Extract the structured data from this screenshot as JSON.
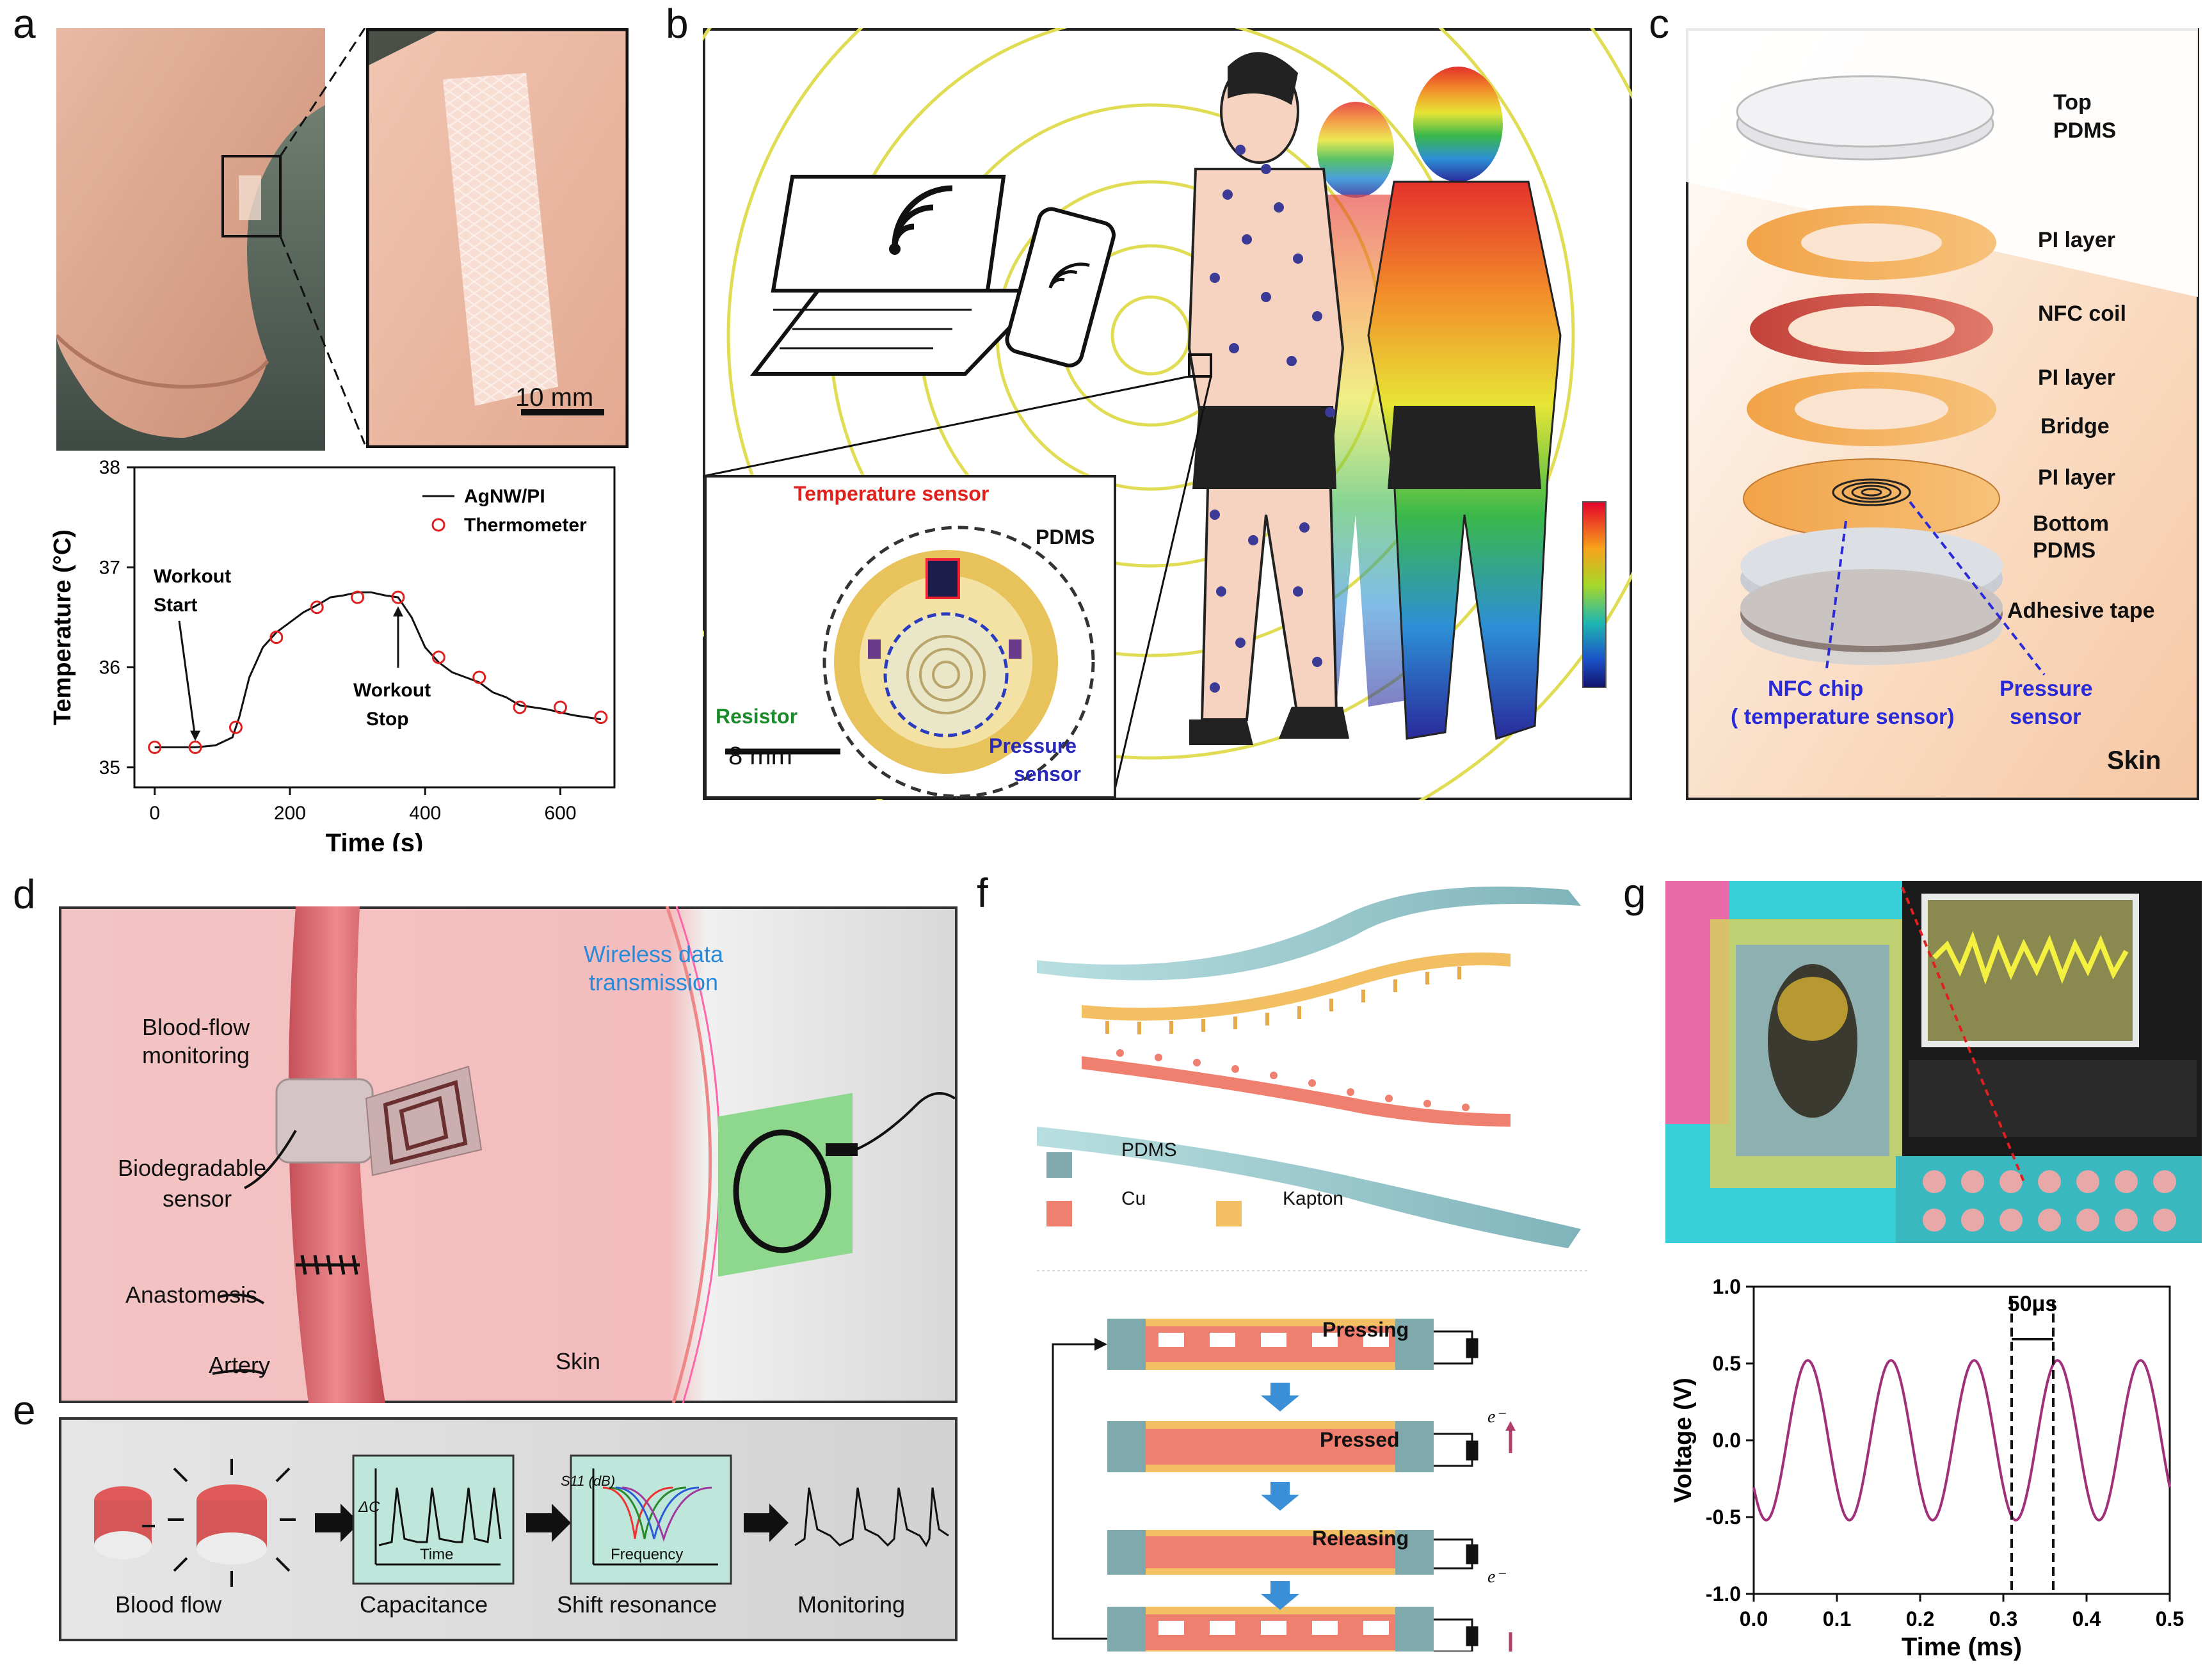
{
  "panels": {
    "a": {
      "letter": "a",
      "scale_bar": "10 mm",
      "chart_data": {
        "type": "line",
        "xlabel": "Time (s)",
        "ylabel": "Temperature (°C)",
        "xlim": [
          -30,
          680
        ],
        "ylim": [
          34.8,
          38
        ],
        "xticks": [
          "0",
          "200",
          "400",
          "600"
        ],
        "yticks": [
          "35",
          "36",
          "37",
          "38"
        ],
        "legend": "top-right",
        "series": [
          {
            "name": "AgNW/PI",
            "kind": "line",
            "x": [
              0,
              30,
              60,
              90,
              115,
              125,
              140,
              160,
              180,
              200,
              220,
              240,
              260,
              280,
              300,
              320,
              340,
              360,
              380,
              400,
              420,
              440,
              460,
              480,
              500,
              520,
              540,
              560,
              580,
              600,
              620,
              640,
              660
            ],
            "y": [
              35.2,
              35.2,
              35.2,
              35.22,
              35.3,
              35.5,
              35.9,
              36.2,
              36.35,
              36.45,
              36.55,
              36.62,
              36.7,
              36.72,
              36.75,
              36.75,
              36.72,
              36.7,
              36.5,
              36.2,
              36.05,
              35.95,
              35.9,
              35.85,
              35.75,
              35.7,
              35.62,
              35.6,
              35.58,
              35.55,
              35.52,
              35.5,
              35.48
            ]
          },
          {
            "name": "Thermometer",
            "kind": "scatter",
            "x": [
              0,
              60,
              120,
              180,
              240,
              300,
              360,
              420,
              480,
              540,
              600,
              660
            ],
            "y": [
              35.2,
              35.2,
              35.4,
              36.3,
              36.6,
              36.7,
              36.7,
              36.1,
              35.9,
              35.6,
              35.6,
              35.5
            ]
          }
        ],
        "annotations": [
          {
            "text_lines": [
              "Workout",
              "Start"
            ],
            "x": 60,
            "y": 35.2
          },
          {
            "text_lines": [
              "Workout",
              "Stop"
            ],
            "x": 360,
            "y": 36.7
          }
        ]
      }
    },
    "b": {
      "letter": "b",
      "temperature_sensor": "Temperature sensor",
      "pdms": "PDMS",
      "resistor": "Resistor",
      "pressure": "Pressure",
      "sensor": "sensor",
      "scale_bar": "8 mm"
    },
    "c": {
      "letter": "c",
      "layers": [
        "Top",
        "PDMS",
        "PI layer",
        "NFC coil",
        "PI layer",
        "Bridge",
        "PI layer",
        "Bottom",
        "PDMS",
        "Adhesive tape"
      ],
      "nfc_chip": "NFC chip",
      "temp_sensor_paren": "( temperature sensor)",
      "pressure": "Pressure",
      "sensor": "sensor",
      "skin": "Skin"
    },
    "d": {
      "letter": "d",
      "wireless_1": "Wireless data",
      "wireless_2": "transmission",
      "blood_flow_1": "Blood-flow",
      "blood_flow_2": "monitoring",
      "biodeg_1": "Biodegradable",
      "biodeg_2": "sensor",
      "anastomosis": "Anastomosis",
      "artery": "Artery",
      "skin": "Skin"
    },
    "e": {
      "letter": "e",
      "steps": [
        "Blood flow",
        "Capacitance",
        "Shift resonance",
        "Monitoring"
      ],
      "cap_ylabel": "ΔC",
      "cap_xlabel": "Time",
      "res_ylabel": "S11 (dB)",
      "res_xlabel": "Frequency"
    },
    "f": {
      "letter": "f",
      "legend": [
        {
          "label": "PDMS",
          "color": "#7fa9ad"
        },
        {
          "label": "Cu",
          "color": "#ef7f6e"
        },
        {
          "label": "Kapton",
          "color": "#f2c063"
        }
      ],
      "stages": [
        "Pressing",
        "Pressed",
        "Releasing"
      ],
      "electron": "e⁻"
    },
    "g": {
      "letter": "g",
      "chart_data": {
        "type": "line",
        "xlabel": "Time (ms)",
        "ylabel": "Voltage (V)",
        "xlim": [
          0,
          0.5
        ],
        "ylim": [
          -1.0,
          1.0
        ],
        "xticks": [
          "0.0",
          "0.1",
          "0.2",
          "0.3",
          "0.4",
          "0.5"
        ],
        "yticks": [
          "1.0",
          "0.5",
          "0.0",
          "-0.5",
          "-1.0"
        ],
        "period_ms": 0.1,
        "amplitude_V": 0.52,
        "annotation": "50μs",
        "annotation_x": [
          0.31,
          0.36
        ],
        "color": "#a0307a"
      }
    }
  }
}
